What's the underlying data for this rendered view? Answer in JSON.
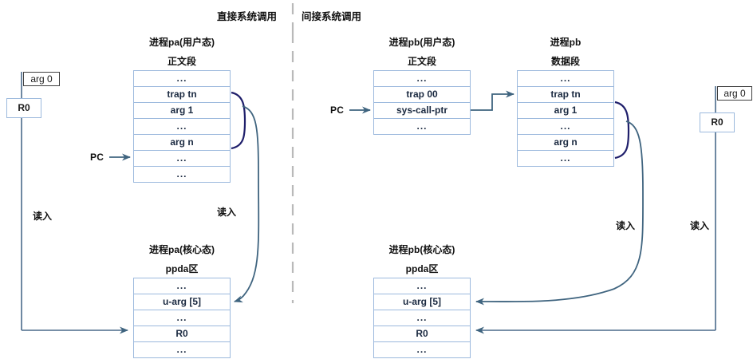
{
  "diagram": {
    "title_left": "直接系统调用",
    "title_right": "间接系统调用",
    "read_label": "读入",
    "pc_label": "PC"
  },
  "left_panel": {
    "user_proc_caption": "进程pa(用户态)",
    "user_seg_title": "正文段",
    "user_rows": [
      "...",
      "trap tn",
      "arg 1",
      "...",
      "arg n",
      "...",
      "..."
    ],
    "kernel_proc_caption": "进程pa(核心态)",
    "kernel_seg_title": "ppda区",
    "kernel_rows": [
      "...",
      "u-arg [5]",
      "...",
      "R0",
      "..."
    ],
    "arg0_box": "arg 0",
    "r0_box": "R0",
    "read_label_left": "读入",
    "read_label_mid": "读入"
  },
  "right_panel": {
    "user_proc_caption": "进程pb(用户态)",
    "user_seg_title": "正文段",
    "user_rows": [
      "...",
      "trap 00",
      "sys-call-ptr",
      "..."
    ],
    "data_proc_caption": "进程pb",
    "data_seg_title": "数据段",
    "data_rows": [
      "...",
      "trap tn",
      "arg 1",
      "...",
      "arg n",
      "..."
    ],
    "kernel_proc_caption": "进程pb(核心态)",
    "kernel_seg_title": "ppda区",
    "kernel_rows": [
      "...",
      "u-arg [5]",
      "...",
      "R0",
      "..."
    ],
    "arg0_box": "arg 0",
    "r0_box": "R0",
    "read_label_mid": "读入",
    "read_label_right": "读入"
  },
  "colors": {
    "cell_border": "#9cb9dd",
    "text": "#1b2a41",
    "connector": "#3f647f",
    "brace": "#1f1f6b",
    "divider": "#b9b9b9"
  }
}
